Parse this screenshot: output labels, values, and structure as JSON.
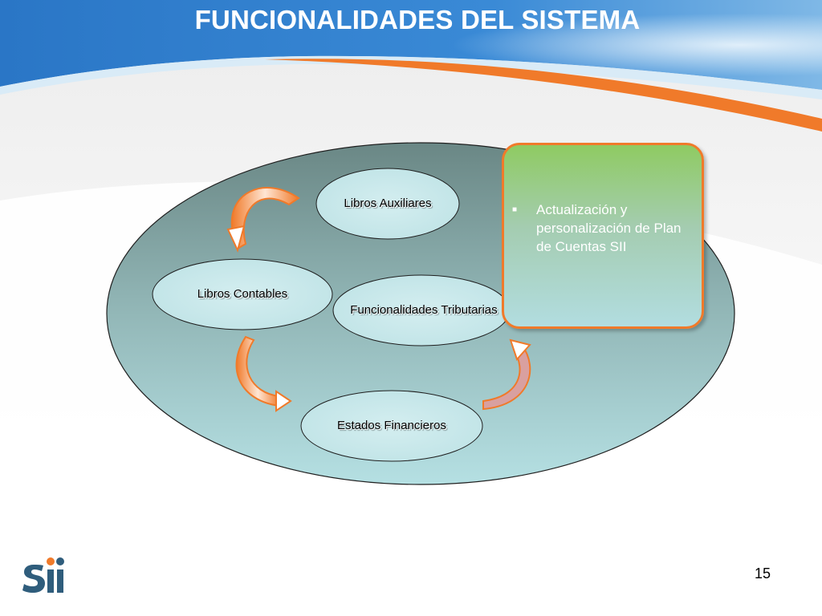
{
  "slide": {
    "title": "FUNCIONALIDADES DEL SISTEMA",
    "page_number": "15",
    "logo_text": "Sii"
  },
  "diagram": {
    "nodes": [
      {
        "id": "libros-auxiliares",
        "label": "Libros Auxiliares"
      },
      {
        "id": "libros-contables",
        "label": "Libros Contables"
      },
      {
        "id": "funcionalidades-tributarias",
        "label": "Funcionalidades Tributarias"
      },
      {
        "id": "estados-financieros",
        "label": "Estados Financieros"
      }
    ],
    "callout": {
      "bullets": [
        "Actualización y personalización de Plan de Cuentas SII"
      ]
    }
  },
  "colors": {
    "header_blue": "#2f7fcf",
    "accent_orange": "#f07a2a",
    "callout_green": "#8fcb62",
    "ellipse_dark": "#6b8c89",
    "ellipse_light": "#b4dee0",
    "logo_blue": "#2f5d7c"
  }
}
